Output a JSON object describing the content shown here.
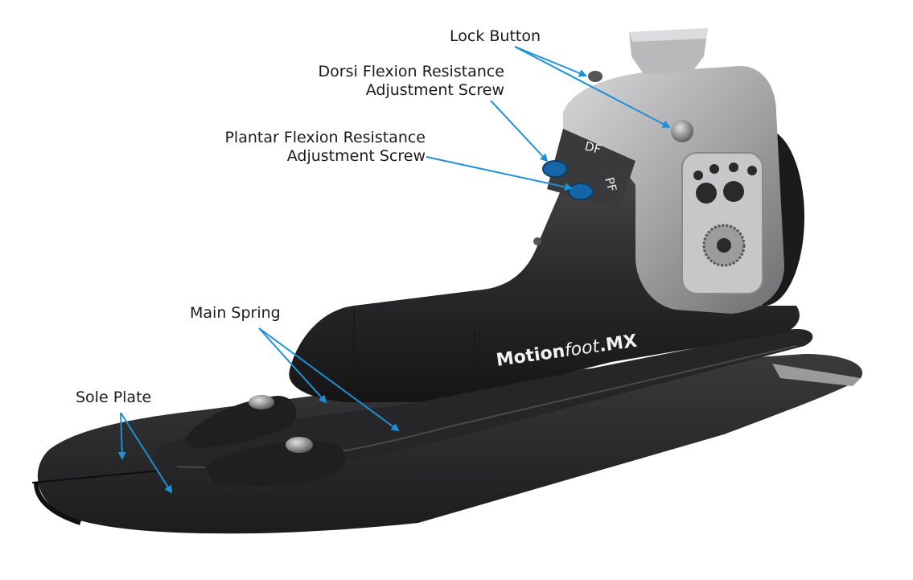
{
  "labels": {
    "lock_button": "Lock Button",
    "dorsi_line1": "Dorsi Flexion Resistance",
    "dorsi_line2": "Adjustment Screw",
    "plantar_line1": "Plantar Flexion Resistance",
    "plantar_line2": "Adjustment Screw",
    "main_spring": "Main Spring",
    "sole_plate": "Sole Plate"
  },
  "product": {
    "brand_part1": "Motion",
    "brand_part2": "foot",
    "brand_part3": ".MX",
    "scale_df": "DF",
    "scale_pf": "PF"
  },
  "colors": {
    "arrow": "#1e90d6",
    "screw_blue": "#1565a8",
    "body_dark": "#2b2b2d",
    "metal": "#a8a8aa"
  }
}
